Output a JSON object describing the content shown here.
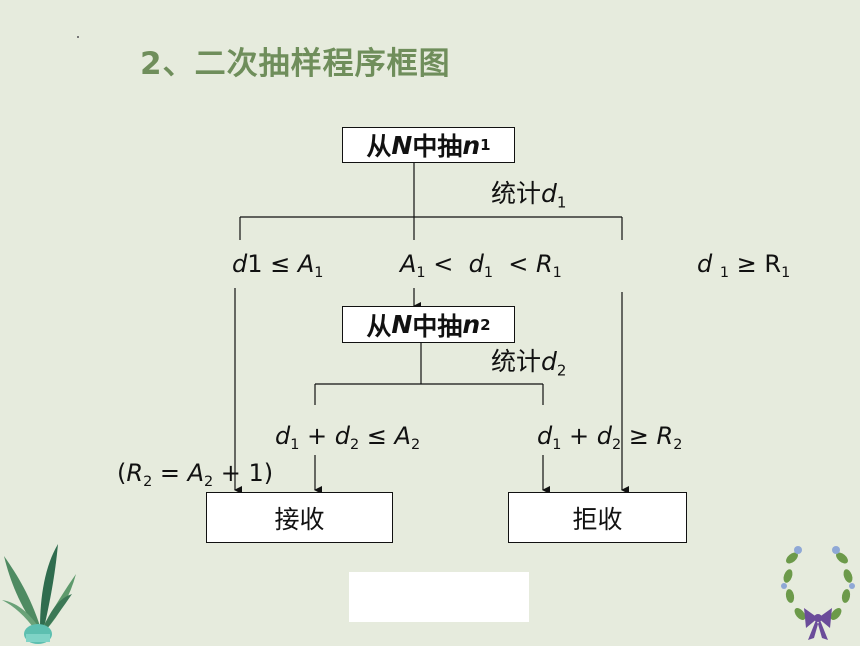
{
  "title": "2、二次抽样程序框图",
  "colors": {
    "background": "#e6ebdd",
    "title": "#6f8e5b",
    "line": "#111111",
    "box": "#ffffff"
  },
  "nodes": {
    "draw1": {
      "text": "从",
      "var": "N",
      "mid": "中抽",
      "sample": "n",
      "sub": "1"
    },
    "stat1": {
      "text": "统计",
      "var": "d",
      "sub": "1"
    },
    "draw2": {
      "text": "从",
      "var": "N",
      "mid": "中抽",
      "sample": "n",
      "sub": "2"
    },
    "stat2": {
      "text": "统计",
      "var": "d",
      "sub": "2"
    },
    "accept": "接收",
    "reject": "拒收"
  },
  "conditions": {
    "c1": "d1 ≤ A1",
    "c2": "A1 < d1 < R1",
    "c3": "d1 ≥ R1",
    "c4": "d1 + d2 ≤ A2",
    "c5": "d1 + d2 ≥ R2",
    "note": "(R2 = A2 + 1)"
  },
  "decorations": [
    "leaf-plant-icon",
    "wreath-icon"
  ]
}
